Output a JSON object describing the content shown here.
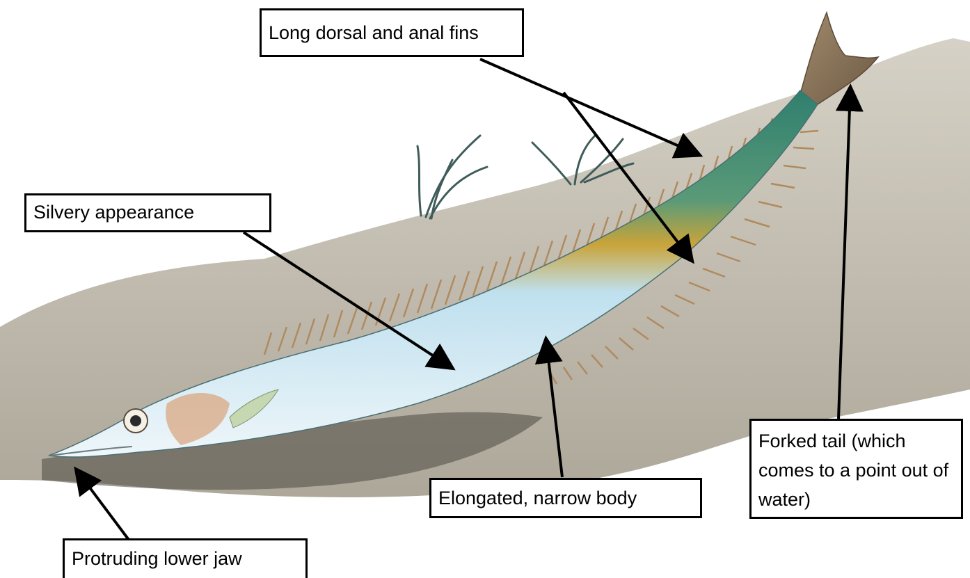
{
  "labels": {
    "fins": "Long dorsal and anal fins",
    "silvery": "Silvery appearance",
    "body": "Elongated, narrow body",
    "tail": "Forked tail (which comes to a point out of water)",
    "jaw": "Protruding lower jaw"
  },
  "colors": {
    "background": "#ffffff",
    "sand": "#b8b2a3",
    "fish_back": "#2f7f6e",
    "fish_stripe": "#c9a43a",
    "fish_belly": "#d9ecf5",
    "fin": "#c7a27a",
    "line": "#000000"
  }
}
